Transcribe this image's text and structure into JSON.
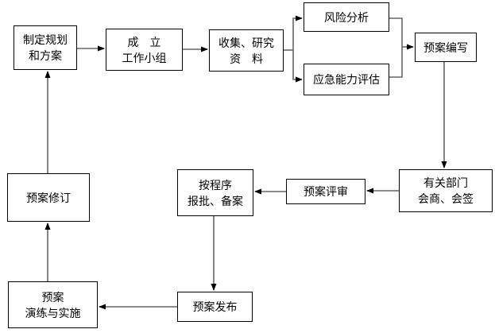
{
  "diagram": {
    "nodes": {
      "plan": {
        "label": "制定规划\n和方案"
      },
      "team": {
        "label": "成　立\n工作小组"
      },
      "collect": {
        "label": "收集、研究\n资　料"
      },
      "risk": {
        "label": "风险分析"
      },
      "capability": {
        "label": "应急能力评估"
      },
      "draft": {
        "label": "预案编写"
      },
      "consult": {
        "label": "有关部门\n会商、会签"
      },
      "review": {
        "label": "预案评审"
      },
      "approve": {
        "label": "按程序\n报批、备案"
      },
      "revise": {
        "label": "预案修订"
      },
      "drill": {
        "label": "预案\n演练与实施"
      },
      "publish": {
        "label": "预案发布"
      }
    },
    "edges": [
      {
        "from": "plan",
        "to": "team"
      },
      {
        "from": "team",
        "to": "collect"
      },
      {
        "from": "collect",
        "to": "risk"
      },
      {
        "from": "collect",
        "to": "capability"
      },
      {
        "from": "risk",
        "to": "draft"
      },
      {
        "from": "capability",
        "to": "draft"
      },
      {
        "from": "draft",
        "to": "consult"
      },
      {
        "from": "consult",
        "to": "review"
      },
      {
        "from": "review",
        "to": "approve"
      },
      {
        "from": "approve",
        "to": "publish"
      },
      {
        "from": "publish",
        "to": "drill"
      },
      {
        "from": "drill",
        "to": "revise"
      },
      {
        "from": "revise",
        "to": "plan"
      }
    ],
    "colors": {
      "background": "#ffffff",
      "box_border": "#000000",
      "text": "#000000",
      "line": "#666666",
      "arrowhead": "#000000"
    }
  }
}
